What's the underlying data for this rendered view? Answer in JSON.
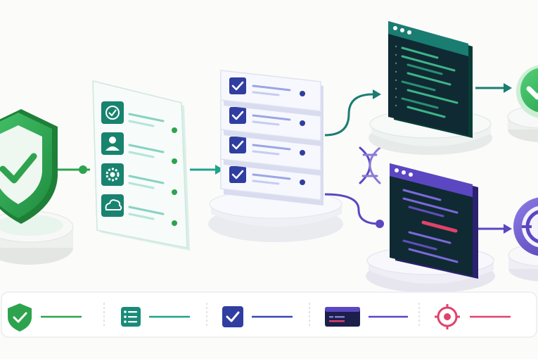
{
  "diagram": {
    "stages": [
      {
        "name": "shield",
        "icon": "shield-check-icon",
        "color": "#2ea34d"
      },
      {
        "name": "checklist",
        "icon": "list-icon",
        "color": "#1fa38c"
      },
      {
        "name": "tests",
        "icon": "checkbox-icon",
        "color": "#2f3ea0"
      },
      {
        "name": "code-green",
        "icon": "terminal-icon",
        "color": "#1a7d72"
      },
      {
        "name": "code-purple",
        "icon": "terminal-icon",
        "color": "#5b47c2"
      },
      {
        "name": "target",
        "icon": "target-icon",
        "color": "#e0436a"
      }
    ],
    "checklist_icons": [
      "check-circle-icon",
      "user-icon",
      "gear-icon",
      "cloud-icon"
    ],
    "tests_rows": 4,
    "branch_icon": "dna-icon"
  },
  "legend": {
    "items": [
      {
        "icon": "shield-check-icon",
        "color": "#2ea34d"
      },
      {
        "icon": "list-icon",
        "color": "#1fa38c"
      },
      {
        "icon": "checkbox-icon",
        "color": "#3a47b0"
      },
      {
        "icon": "terminal-icon",
        "color": "#5b47c2"
      },
      {
        "icon": "target-icon",
        "color": "#e0436a"
      }
    ]
  },
  "colors": {
    "green": "#2ea34d",
    "teal": "#1fa38c",
    "navy": "#2f3ea0",
    "purple": "#5b47c2",
    "pink": "#e0436a",
    "dark": "#0f2a33"
  }
}
